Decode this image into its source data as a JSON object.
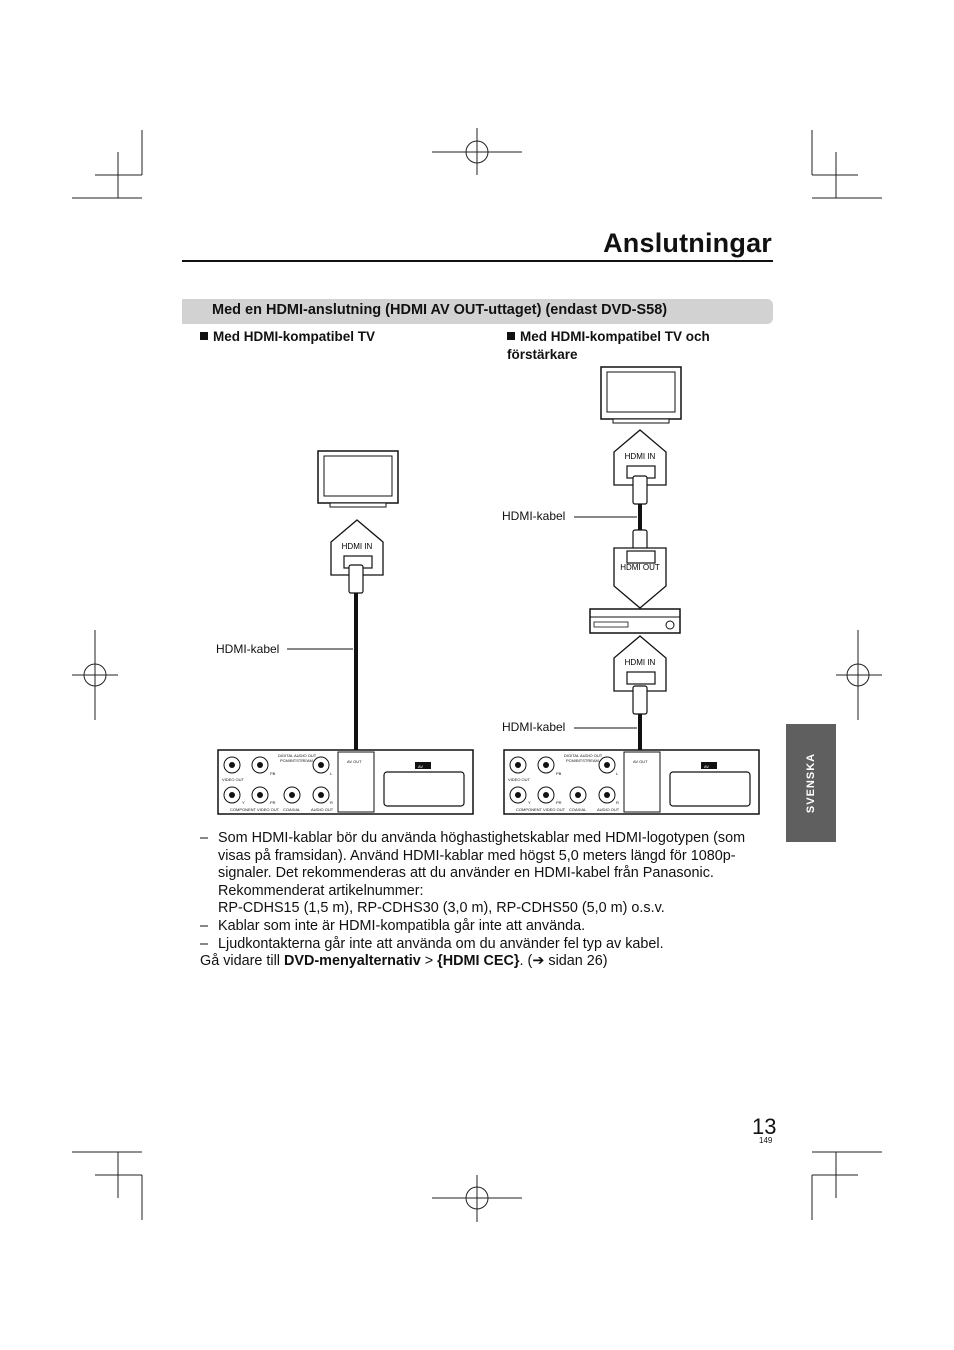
{
  "page": {
    "title": "Anslutningar",
    "section_heading": "Med en HDMI-anslutning (HDMI AV OUT-uttaget) (endast DVD-S58)",
    "page_number": "13",
    "page_sub_number": "149",
    "side_tab": "SVENSKA"
  },
  "diagram_left": {
    "heading": "Med HDMI-kompatibel TV",
    "port_label": "HDMI IN",
    "cable_label": "HDMI-kabel"
  },
  "diagram_right": {
    "heading_line1": "Med HDMI-kompatibel TV och",
    "heading_line2": "förstärkare",
    "tv_port_label": "HDMI IN",
    "amp_out_label": "HDMI OUT",
    "amp_in_label": "HDMI IN",
    "cable_label_top": "HDMI-kabel",
    "cable_label_bottom": "HDMI-kabel"
  },
  "player_panel": {
    "digital_audio_out": "DIGITAL AUDIO OUT",
    "pcm_bitstream": "PCM/BITSTREAM",
    "video_out": "VIDEO OUT",
    "component_video_out": "COMPONENT VIDEO OUT",
    "coaxial": "COAXIAL",
    "audio_out": "AUDIO OUT",
    "hdmi_av_out": "AV OUT",
    "av": "AV",
    "pb": "PB",
    "pr": "PR",
    "y": "Y",
    "l": "L",
    "r": "R"
  },
  "notes": {
    "bullet1_l1": "Som HDMI-kablar bör du använda höghastighetskablar med HDMI-logotypen (som",
    "bullet1_l2": "visas på framsidan). Använd HDMI-kablar med högst 5,0 meters längd för 1080p-",
    "bullet1_l3": "signaler. Det rekommenderas att du använder en HDMI-kabel från Panasonic.",
    "bullet1_l4": "Rekommenderat artikelnummer:",
    "bullet1_l5": "RP-CDHS15 (1,5 m), RP-CDHS30 (3,0 m), RP-CDHS50 (5,0 m) o.s.v.",
    "bullet2": "Kablar som inte är HDMI-kompatibla går inte att använda.",
    "bullet3": "Ljudkontakterna går inte att använda om du använder fel typ av kabel.",
    "goto_prefix": "Gå vidare till ",
    "goto_menu": "DVD-menyalternativ",
    "goto_sep": " > ",
    "goto_item": "{HDMI CEC}",
    "goto_ref_open": ". (",
    "goto_arrow": "➔",
    "goto_ref": " sidan 26)"
  },
  "colors": {
    "text": "#111111",
    "section_bar": "#d2d2d2",
    "side_tab": "#5f5f5f"
  }
}
